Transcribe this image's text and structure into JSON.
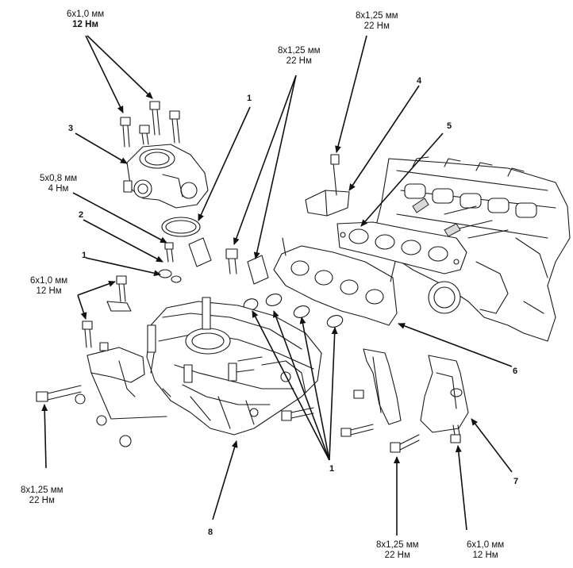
{
  "callouts": {
    "spec_top_left": {
      "size": "6x1,0 мм",
      "torque": "12 Нм"
    },
    "spec_top_mid": {
      "size": "8x1,25 мм",
      "torque": "22 Нм"
    },
    "spec_top_right": {
      "size": "8x1,25 мм",
      "torque": "22 Нм"
    },
    "spec_mid_left": {
      "size": "5x0,8 мм",
      "torque": "4 Нм"
    },
    "spec_left": {
      "size": "6x1,0 мм",
      "torque": "12 Нм"
    },
    "spec_bottom_left": {
      "size": "8x1,25 мм",
      "torque": "22 Нм"
    },
    "spec_bottom_mid": {
      "size": "8x1,25 мм",
      "torque": "22 Нм"
    },
    "spec_bottom_right": {
      "size": "6x1,0 мм",
      "torque": "12 Нм"
    }
  },
  "numbers": {
    "n1_top": "1",
    "n1_left": "1",
    "n1_bottom": "1",
    "n2": "2",
    "n3": "3",
    "n4": "4",
    "n5": "5",
    "n6": "6",
    "n7": "7",
    "n8": "8"
  }
}
